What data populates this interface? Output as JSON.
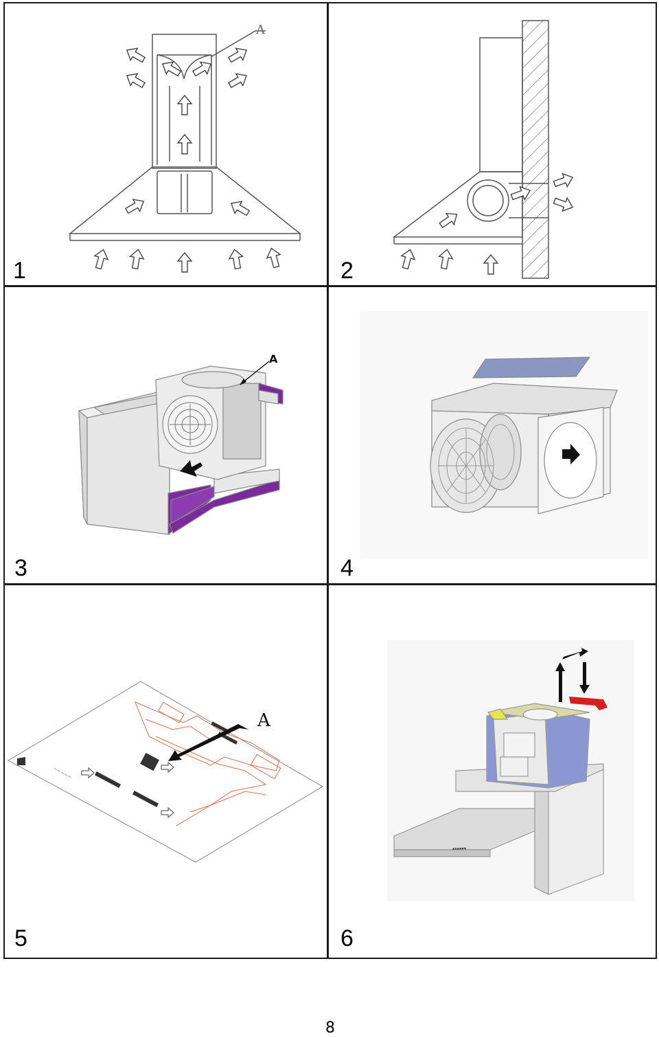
{
  "figures": [
    {
      "number": "1",
      "callout": "A"
    },
    {
      "number": "2"
    },
    {
      "number": "3",
      "callout": "A"
    },
    {
      "number": "4"
    },
    {
      "number": "5",
      "callout": "A"
    },
    {
      "number": "6"
    }
  ],
  "page_number": "8"
}
